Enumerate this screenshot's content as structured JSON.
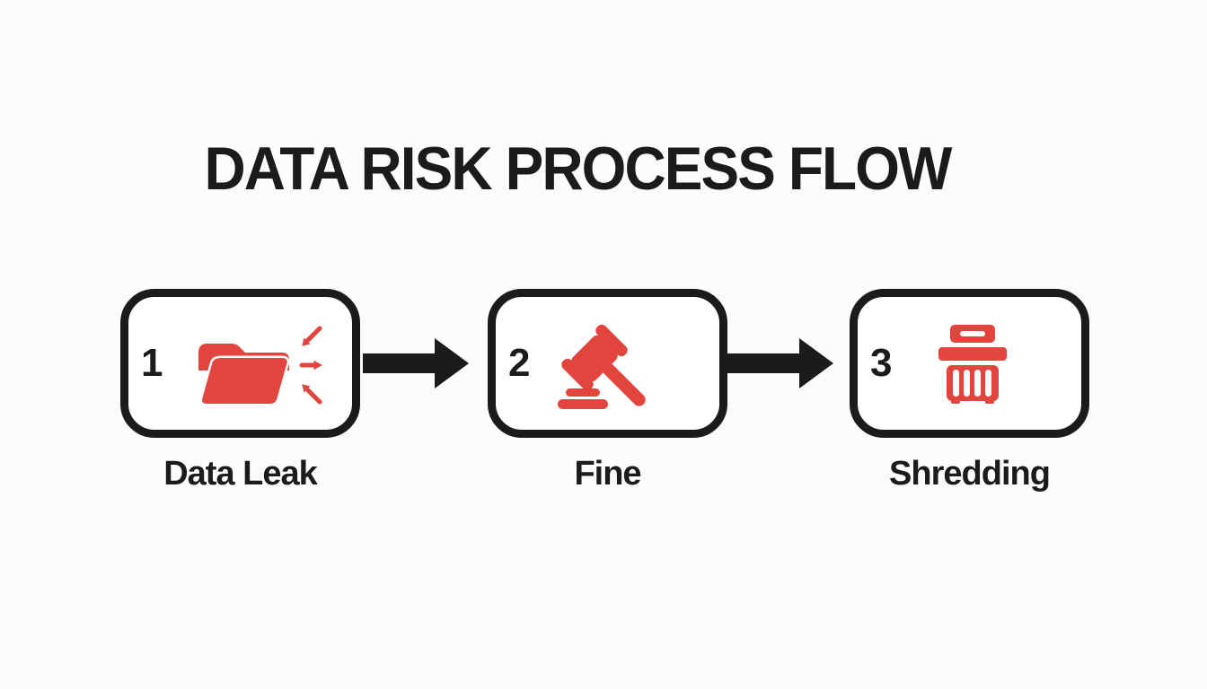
{
  "title": "DATA RISK PROCESS FLOW",
  "colors": {
    "ink": "#1b1b1b",
    "accent_red": "#e2453e",
    "background": "#fcfcfc",
    "box_fill": "#ffffff"
  },
  "steps": [
    {
      "number": "1",
      "label": "Data Leak",
      "icon": "folder-data-leak-icon"
    },
    {
      "number": "2",
      "label": "Fine",
      "icon": "gavel-icon"
    },
    {
      "number": "3",
      "label": "Shredding",
      "icon": "trash-bin-icon"
    }
  ],
  "connectors": [
    {
      "icon": "arrow-right-icon"
    },
    {
      "icon": "arrow-right-icon"
    }
  ]
}
